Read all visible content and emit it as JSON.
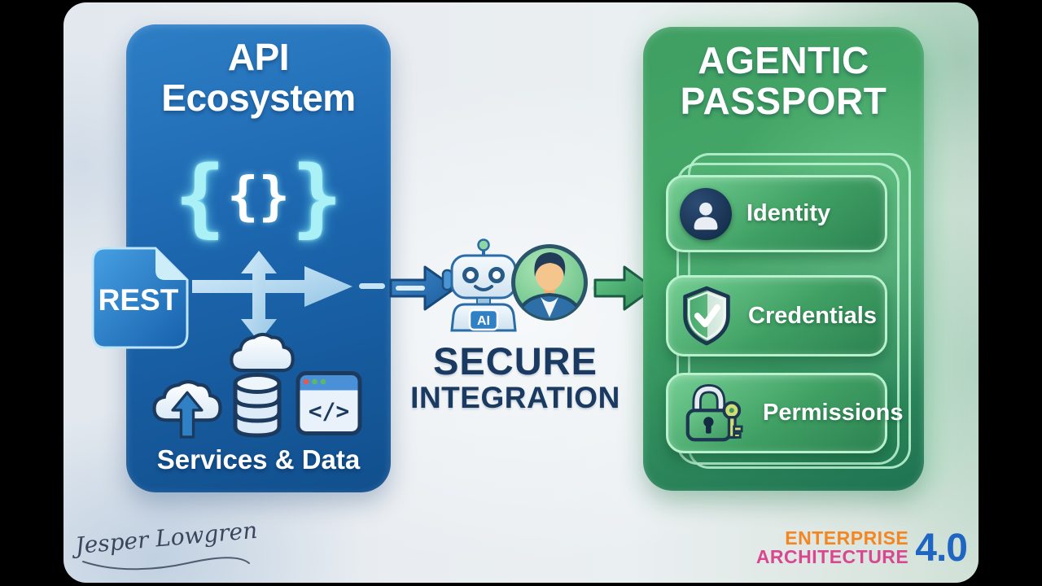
{
  "api_panel": {
    "title_line1": "API",
    "title_line2": "Ecosystem",
    "rest_badge": "REST",
    "braces_open": "{",
    "braces_inner": "{}",
    "braces_close": "}",
    "code_glyph": "</>",
    "caption": "Services & Data"
  },
  "integration": {
    "robot_badge": "AI",
    "title_line1": "SECURE",
    "title_line2": "INTEGRATION"
  },
  "passport_panel": {
    "title_line1": "AGENTIC",
    "title_line2": "PASSPORT",
    "cards": [
      {
        "label": "Identity"
      },
      {
        "label": "Credentials"
      },
      {
        "label": "Permissions"
      }
    ]
  },
  "footer": {
    "signature": "Jesper Lowgren",
    "brand_word1": "ENTERPRISE",
    "brand_word2": "ARCHITECTURE",
    "brand_version": "4.0"
  },
  "colors": {
    "panel_blue": "#1c66ae",
    "panel_green": "#3f9e62",
    "arrow_blue": "#2e77b8",
    "arrow_green": "#3fa265",
    "accent_cyan": "#a9f1f7",
    "title_navy": "#1a3a61",
    "brand_orange": "#f5851f",
    "brand_magenta": "#d8478f",
    "brand_blue": "#1f66c2"
  }
}
